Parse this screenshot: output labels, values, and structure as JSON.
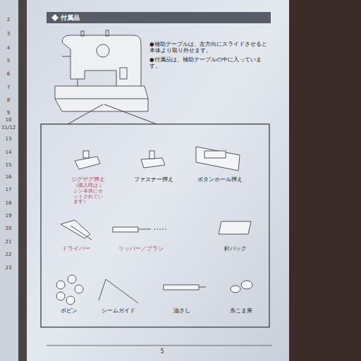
{
  "diagram": {
    "title": "付属品",
    "labels": [
      "●補助テーブルは、左方向にスライドさせると本体より取り外せます。",
      "●付属品は、補助テーブルの中に入っています。",
      "ジグザグ押え",
      "（購入時はミシン本体にセットされています）",
      "ファスナー押え",
      "ボタンホール押え",
      "ドライバー",
      "リッパー／ブラシ",
      "針パック",
      "ボビン",
      "シームガイド",
      "油さし",
      "糸こま座",
      "2",
      "3",
      "4",
      "5",
      "6",
      "7",
      "8",
      "9",
      "10",
      "11/12",
      "13",
      "14",
      "15",
      "16",
      "17",
      "18",
      "19",
      "20",
      "21",
      "22",
      "23",
      "5"
    ]
  }
}
